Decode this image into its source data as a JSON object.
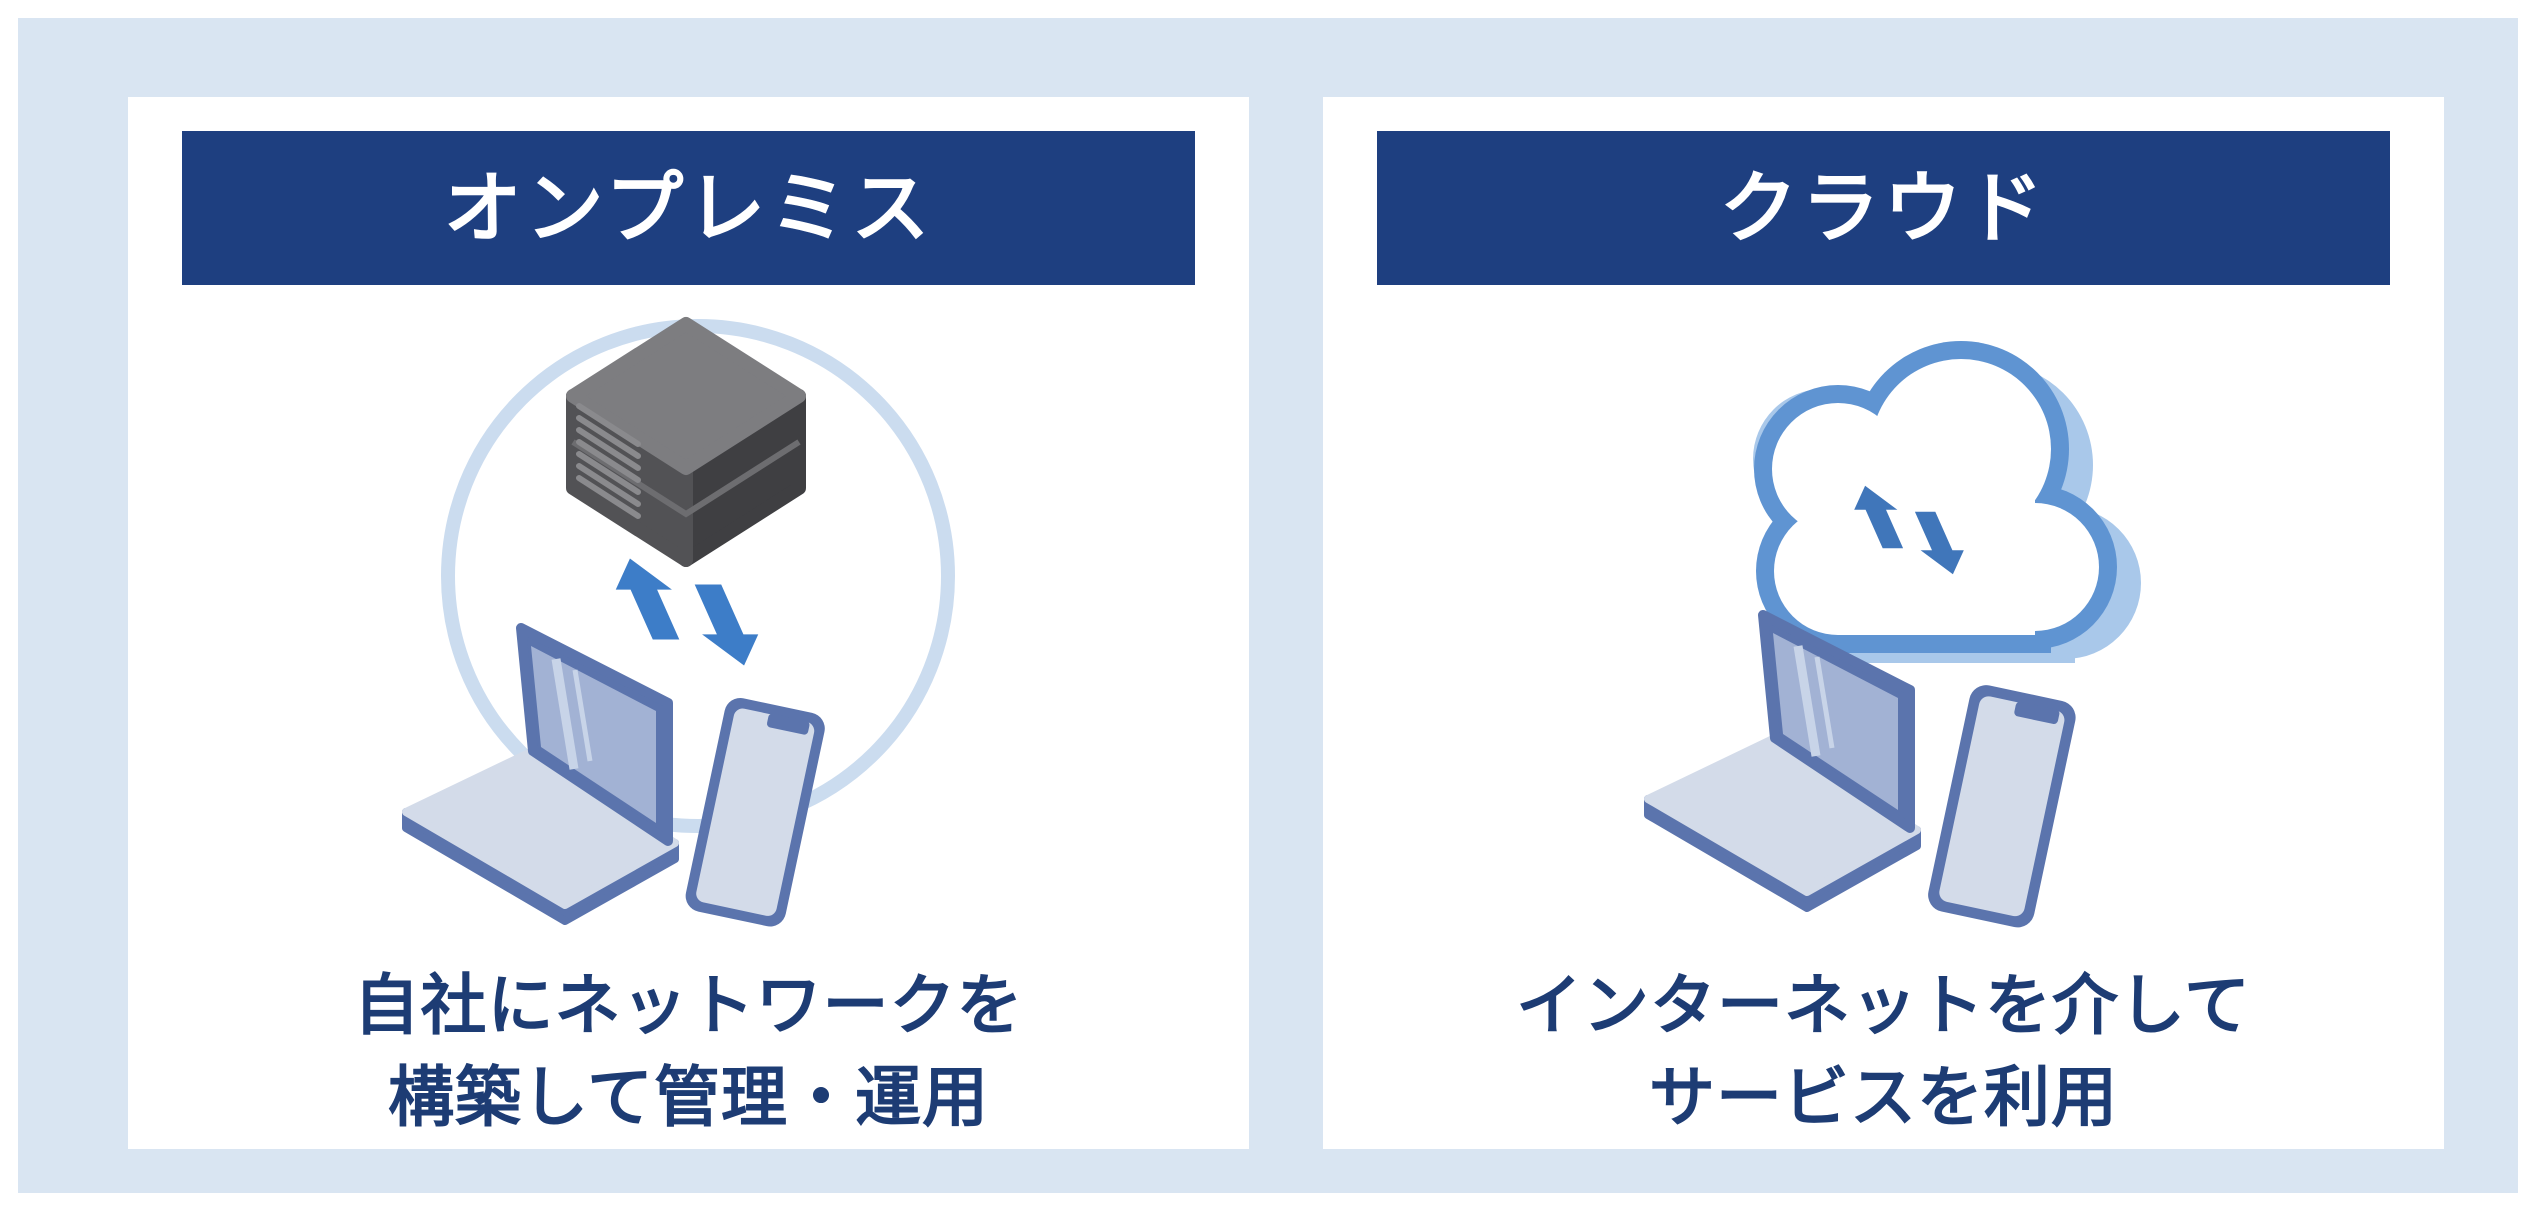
{
  "colors": {
    "page_border": "#ffffff",
    "canvas_background": "#d9e5f2",
    "panel_background": "#ffffff",
    "header_background": "#1e3f80",
    "header_text": "#ffffff",
    "caption_text": "#1d3c74",
    "network_circle": "#cbdcef",
    "sync_arrow": "#3d7dc8",
    "cloud_sync_arrow": "#4076ba",
    "cloud_outline": "#5f94d2",
    "cloud_fill": "#ffffff",
    "cloud_extrusion": "#a9c8ea",
    "device_border": "#5b74ad",
    "device_body": "#d3dbe9",
    "device_screen": "#a2b2d4",
    "server_top": "#7d7d80",
    "server_left": "#525255",
    "server_right": "#3f3f42",
    "server_vents": "#8a8a8d"
  },
  "panels": [
    {
      "id": "on-premise",
      "header_label": "オンプレミス",
      "caption_line1": "自社にネットワークを",
      "caption_line2": "構築して管理・運用",
      "icons": [
        "network-circle",
        "server-icon",
        "sync-arrows-icon",
        "laptop-icon",
        "smartphone-icon"
      ]
    },
    {
      "id": "cloud",
      "header_label": "クラウド",
      "caption_line1": "インターネットを介して",
      "caption_line2": "サービスを利用",
      "icons": [
        "cloud-icon",
        "sync-arrows-icon",
        "laptop-icon",
        "smartphone-icon"
      ]
    }
  ]
}
